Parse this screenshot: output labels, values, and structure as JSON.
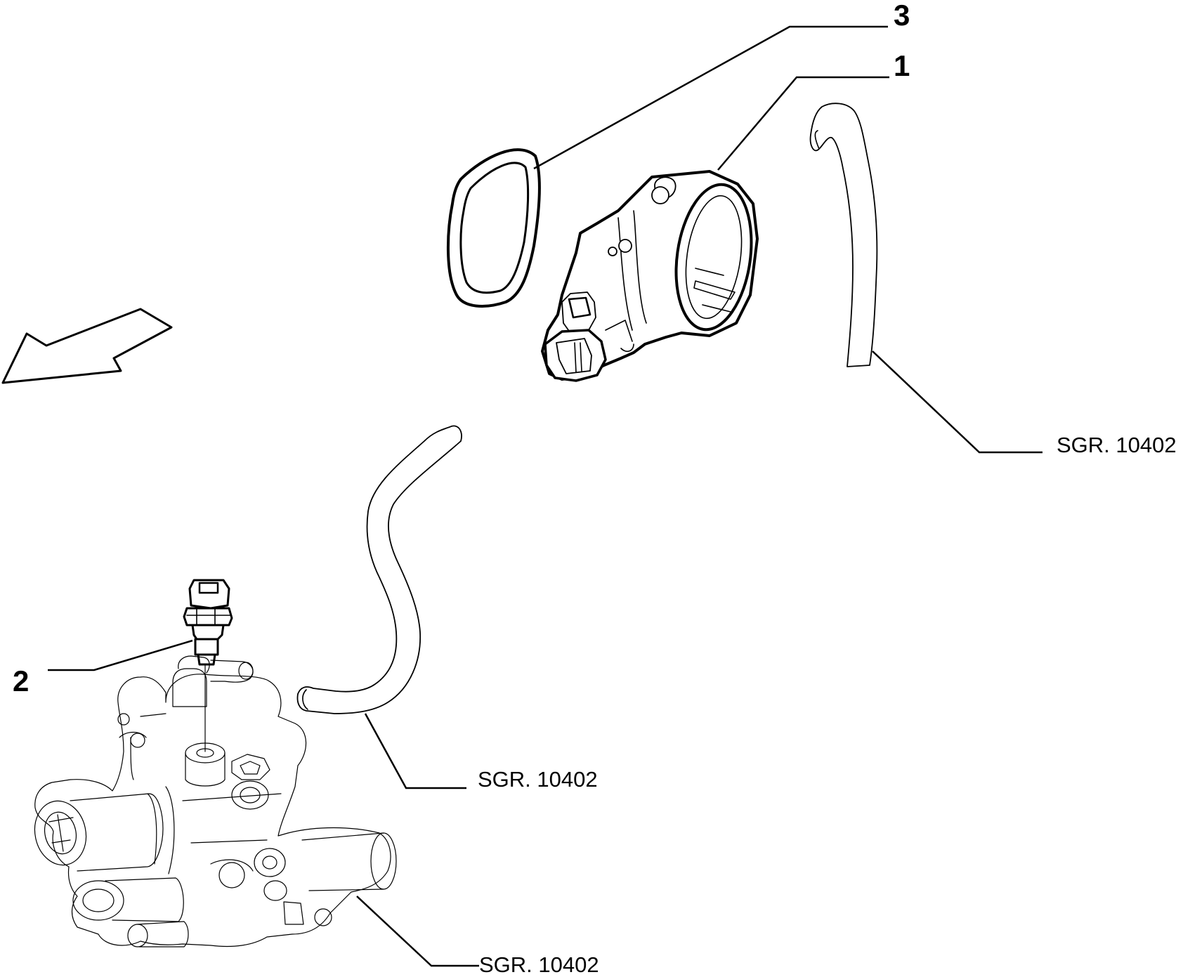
{
  "callouts": {
    "c1": "1",
    "c2": "2",
    "c3": "3"
  },
  "references": {
    "hose_upper": "SGR. 10402",
    "hose_lower": "SGR. 10402",
    "thermostat_housing": "SGR. 10402"
  },
  "icons": {
    "direction_arrow": "arrow-icon"
  }
}
